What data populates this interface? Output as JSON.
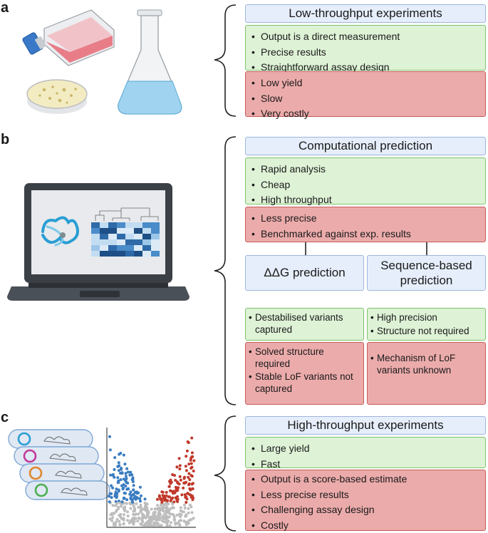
{
  "panels": {
    "a": {
      "label": "a",
      "title": "Low-throughput experiments",
      "pros": [
        "Output is a direct measurement",
        "Precise results",
        "Straightforward assay design"
      ],
      "cons": [
        "Low yield",
        "Slow",
        "Very costly"
      ]
    },
    "b": {
      "label": "b",
      "title": "Computational prediction",
      "pros": [
        "Rapid analysis",
        "Cheap",
        "High throughput"
      ],
      "cons": [
        "Less precise",
        "Benchmarked against exp. results"
      ],
      "ddg": {
        "title": "ΔΔG prediction",
        "pros": [
          "Destabilised variants captured"
        ],
        "cons": [
          "Solved structure required",
          "Stable LoF variants not captured"
        ]
      },
      "seq": {
        "title": "Sequence-based prediction",
        "pros": [
          "High precision",
          "Structure not required"
        ],
        "cons": [
          "Mechanism of LoF variants unknown"
        ]
      }
    },
    "c": {
      "label": "c",
      "title": "High-throughput experiments",
      "pros": [
        "Large yield",
        "Fast"
      ],
      "cons": [
        "Output is a score-based estimate",
        "Less precise results",
        "Challenging assay design",
        "Costly"
      ]
    }
  },
  "icons": {
    "a": [
      "cell-culture-flask-icon",
      "petri-dish-icon",
      "erlenmeyer-flask-icon"
    ],
    "b": [
      "laptop-icon",
      "protein-structure-icon",
      "heatmap-icon"
    ],
    "c": [
      "cell-library-icon",
      "volcano-plot-icon"
    ]
  },
  "colors": {
    "title_bg": "#e6eefb",
    "pro_bg": "#def2d6",
    "pro_border": "#7cc46a",
    "con_bg": "#ecabab",
    "con_border": "#c75a5a",
    "volcano_up": "#c0392b",
    "volcano_down": "#3a7cc0",
    "volcano_ns": "#bdbdbd"
  }
}
